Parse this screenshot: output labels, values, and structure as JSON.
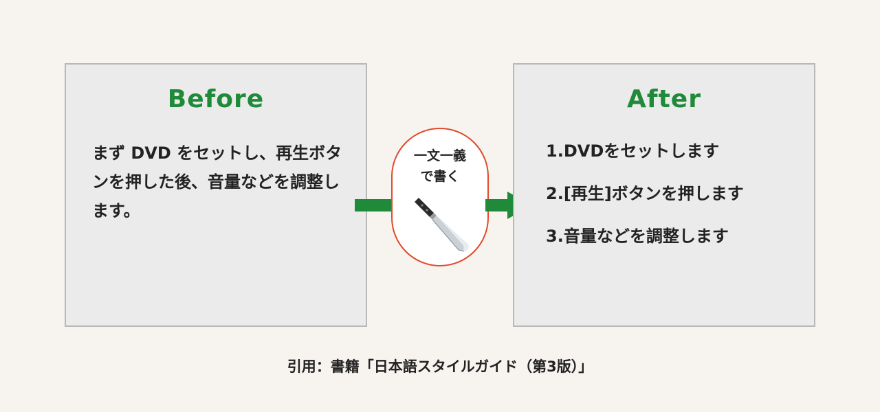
{
  "before": {
    "title": "Before",
    "text": "まず DVD をセットし、再生ボタンを押した後、音量などを調整します。"
  },
  "after": {
    "title": "After",
    "items": [
      "1.DVDをセットします",
      "2.[再生]ボタンを押します",
      "3.音量などを調整します"
    ]
  },
  "center": {
    "line1": "一文一義",
    "line2": "で書く",
    "icon": "kitchen-knife-icon"
  },
  "caption": "引用：書籍「日本語スタイルガイド（第3版）」",
  "colors": {
    "accent_green": "#1f8a3a",
    "pill_border": "#e14a2a",
    "panel_bg": "#ebebeb",
    "page_bg": "#f7f3ef"
  }
}
